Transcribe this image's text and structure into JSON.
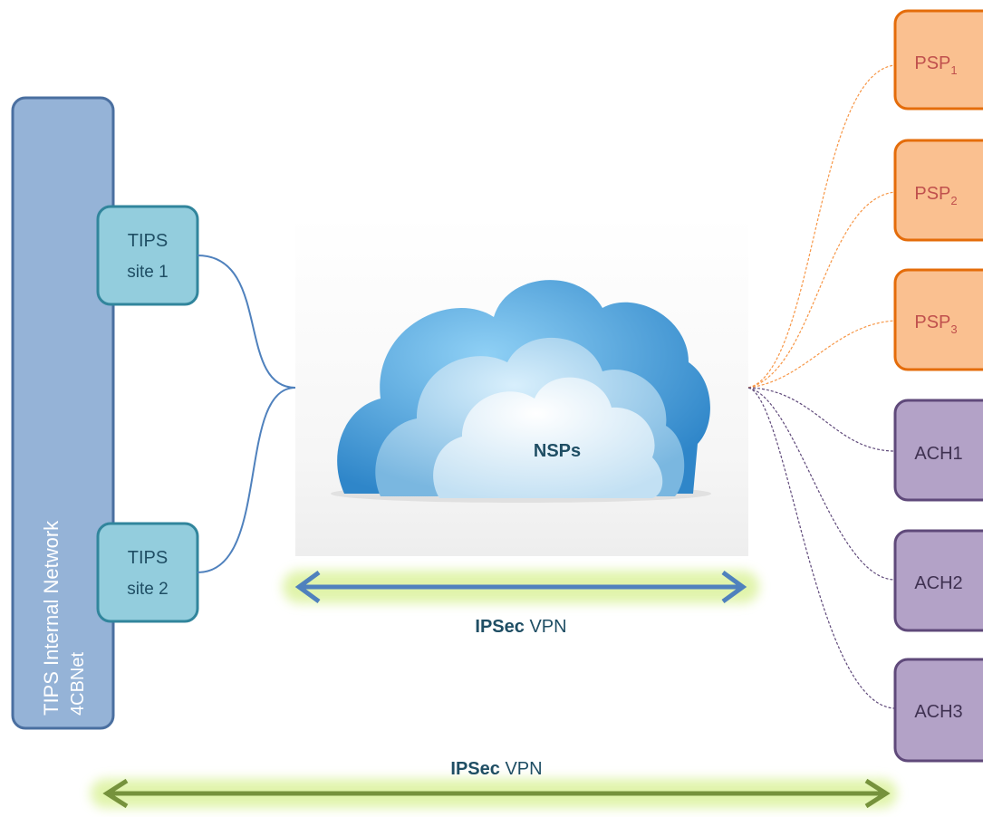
{
  "internal_network": {
    "title": "TIPS Internal Network",
    "subtitle": "4CBNet"
  },
  "tips_sites": [
    {
      "line1": "TIPS",
      "line2": "site 1"
    },
    {
      "line1": "TIPS",
      "line2": "site 2"
    }
  ],
  "cloud": {
    "label": "NSPs"
  },
  "vpn_nsp": {
    "bold": "IPSec",
    "rest": " VPN"
  },
  "vpn_bottom": {
    "bold": "IPSec",
    "rest": " VPN"
  },
  "psps": [
    {
      "base": "PSP",
      "sub": "1"
    },
    {
      "base": "PSP",
      "sub": "2"
    },
    {
      "base": "PSP",
      "sub": "3"
    }
  ],
  "achs": [
    {
      "label": "ACH1"
    },
    {
      "label": "ACH2"
    },
    {
      "label": "ACH3"
    }
  ],
  "colors": {
    "network_fill": "#95b3d7",
    "network_stroke": "#4a6fa0",
    "site_fill": "#93cddd",
    "site_stroke": "#31859c",
    "psp_fill": "#fac090",
    "psp_stroke": "#e46c0a",
    "ach_fill": "#b3a2c7",
    "ach_stroke": "#5f497a",
    "blue_arrow": "#4f81bd",
    "green_arrow": "#76923c",
    "label_text": "#1f4e64",
    "psp_text": "#c0504d",
    "ach_text": "#3f3151"
  }
}
